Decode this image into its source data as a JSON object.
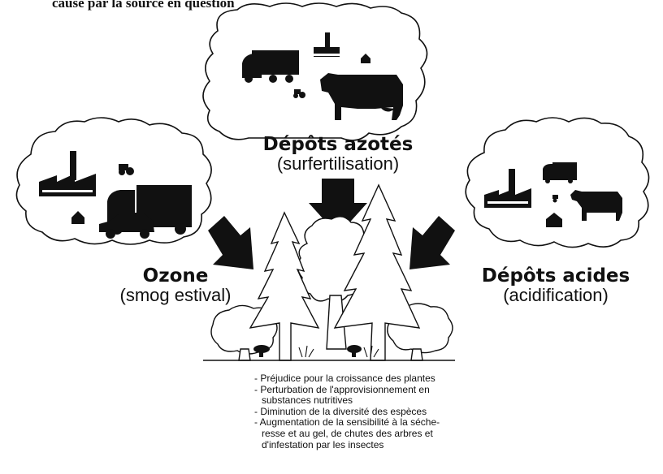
{
  "header_text": "causé par la source en question",
  "labels": {
    "nitrogen": {
      "title": "Dépôts azotés",
      "subtitle": "(surfertilisation)"
    },
    "ozone": {
      "title": "Ozone",
      "subtitle": "(smog estival)"
    },
    "acid": {
      "title": "Dépôts acides",
      "subtitle": "(acidification)"
    }
  },
  "effects": [
    "- Préjudice pour la croissance des plantes",
    "- Perturbation de l'approvisionnement en substances nutritives",
    "- Diminution de la diversité des espèces",
    "- Augmentation de la sensibilité à la séche-resse et au gel, de chutes des arbres et d'infestation par les insectes"
  ],
  "icons": {
    "top_cloud": [
      "truck-icon",
      "factory-icon",
      "house-icon",
      "tractor-icon",
      "cow-icon"
    ],
    "left_cloud": [
      "factory-icon",
      "tractor-icon",
      "truck-icon",
      "car-icon",
      "house-icon"
    ],
    "right_cloud": [
      "factory-icon",
      "truck-icon",
      "tractor-icon",
      "cow-icon",
      "house-icon"
    ],
    "forest": [
      "fir-tree-icon",
      "deciduous-tree-icon",
      "mushroom-icon",
      "grass-icon"
    ]
  }
}
